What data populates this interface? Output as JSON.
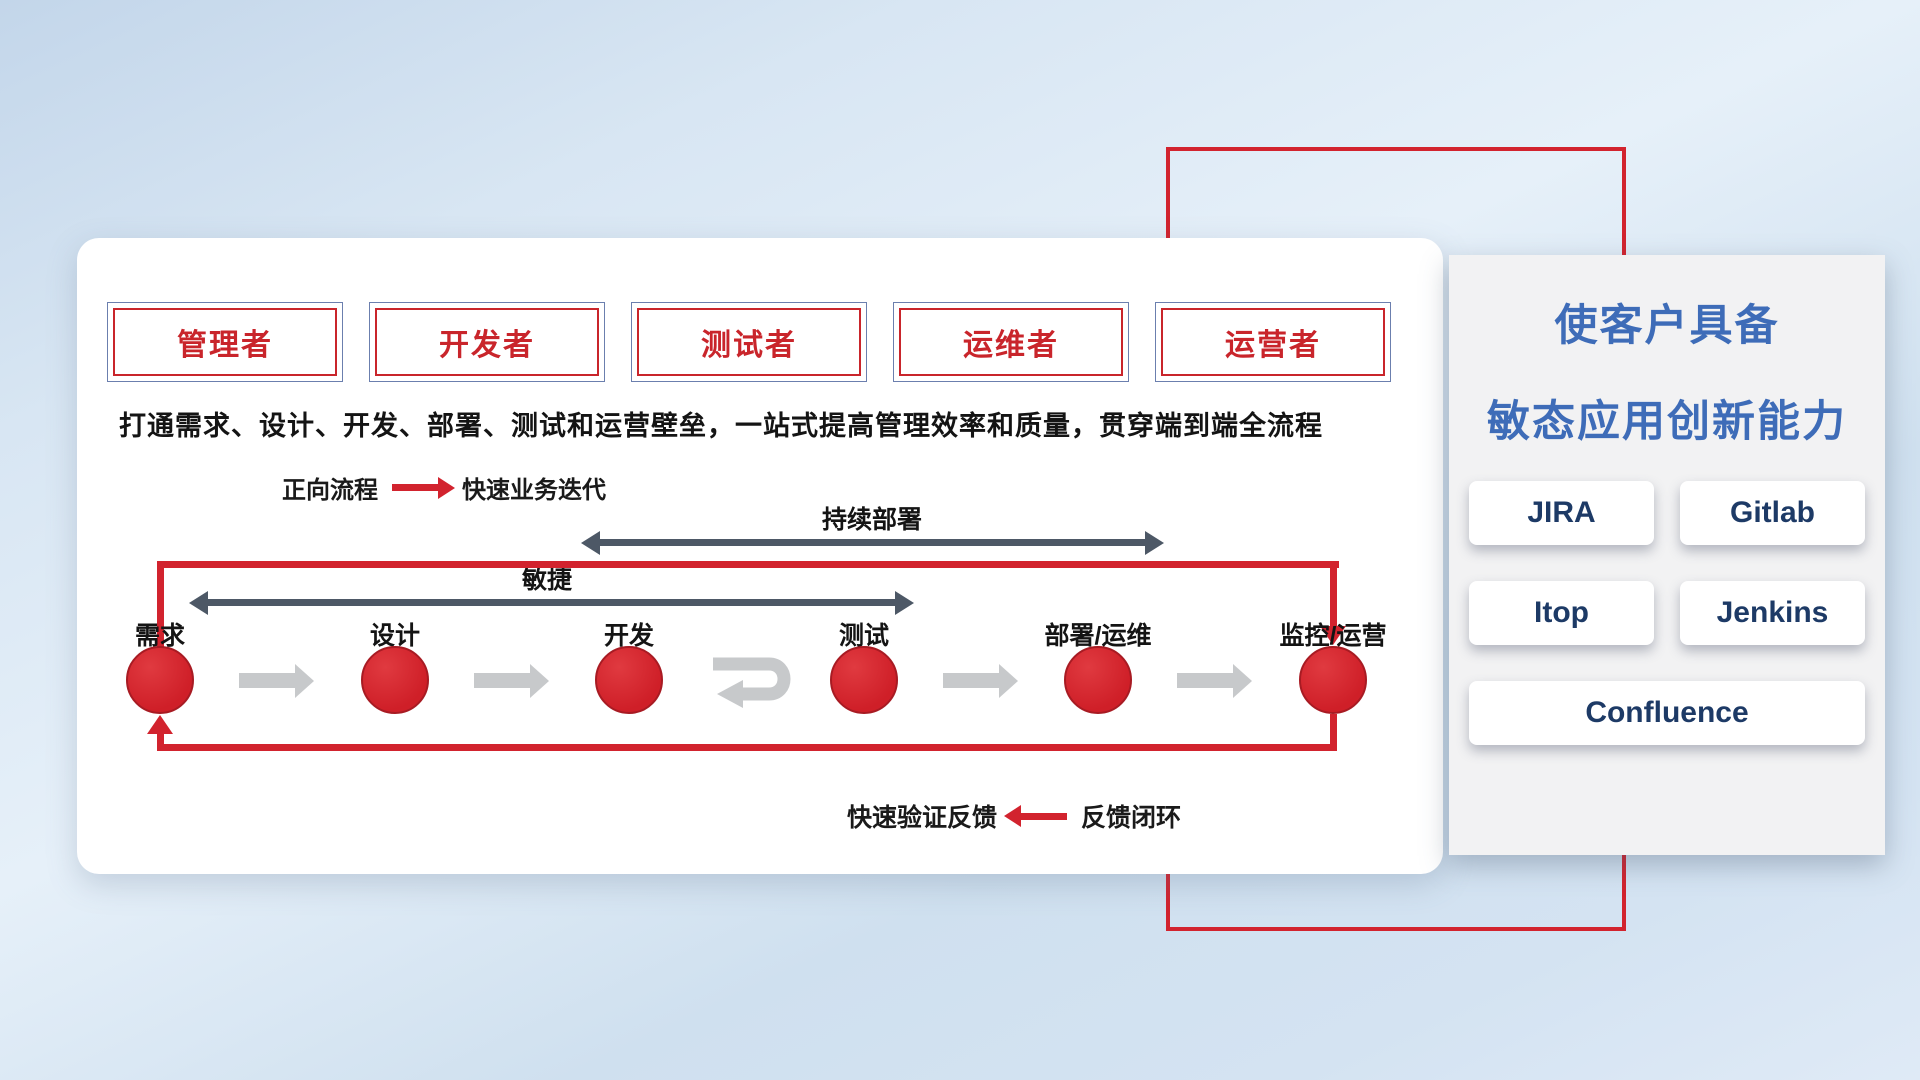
{
  "colors": {
    "red": "#d2232e",
    "slate": "#4d5866",
    "title_blue": "#3e6cb8",
    "navy": "#1d3a66"
  },
  "roles": [
    "管理者",
    "开发者",
    "测试者",
    "运维者",
    "运营者"
  ],
  "headline": "打通需求、设计、开发、部署、测试和运营壁垒，一站式提高管理效率和质量，贯穿端到端全流程",
  "forward_legend": {
    "label": "正向流程",
    "text": "快速业务迭代"
  },
  "feedback_legend": {
    "label": "快速验证反馈",
    "text": "反馈闭环"
  },
  "flow": {
    "cd_label": "持续部署",
    "agile_label": "敏捷",
    "stages": [
      "需求",
      "设计",
      "开发",
      "测试",
      "部署/运维",
      "监控/运营"
    ]
  },
  "right_panel": {
    "title_line1": "使客户具备",
    "title_line2": "敏态应用创新能力",
    "tools": [
      "JIRA",
      "Gitlab",
      "Itop",
      "Jenkins",
      "Confluence"
    ]
  }
}
